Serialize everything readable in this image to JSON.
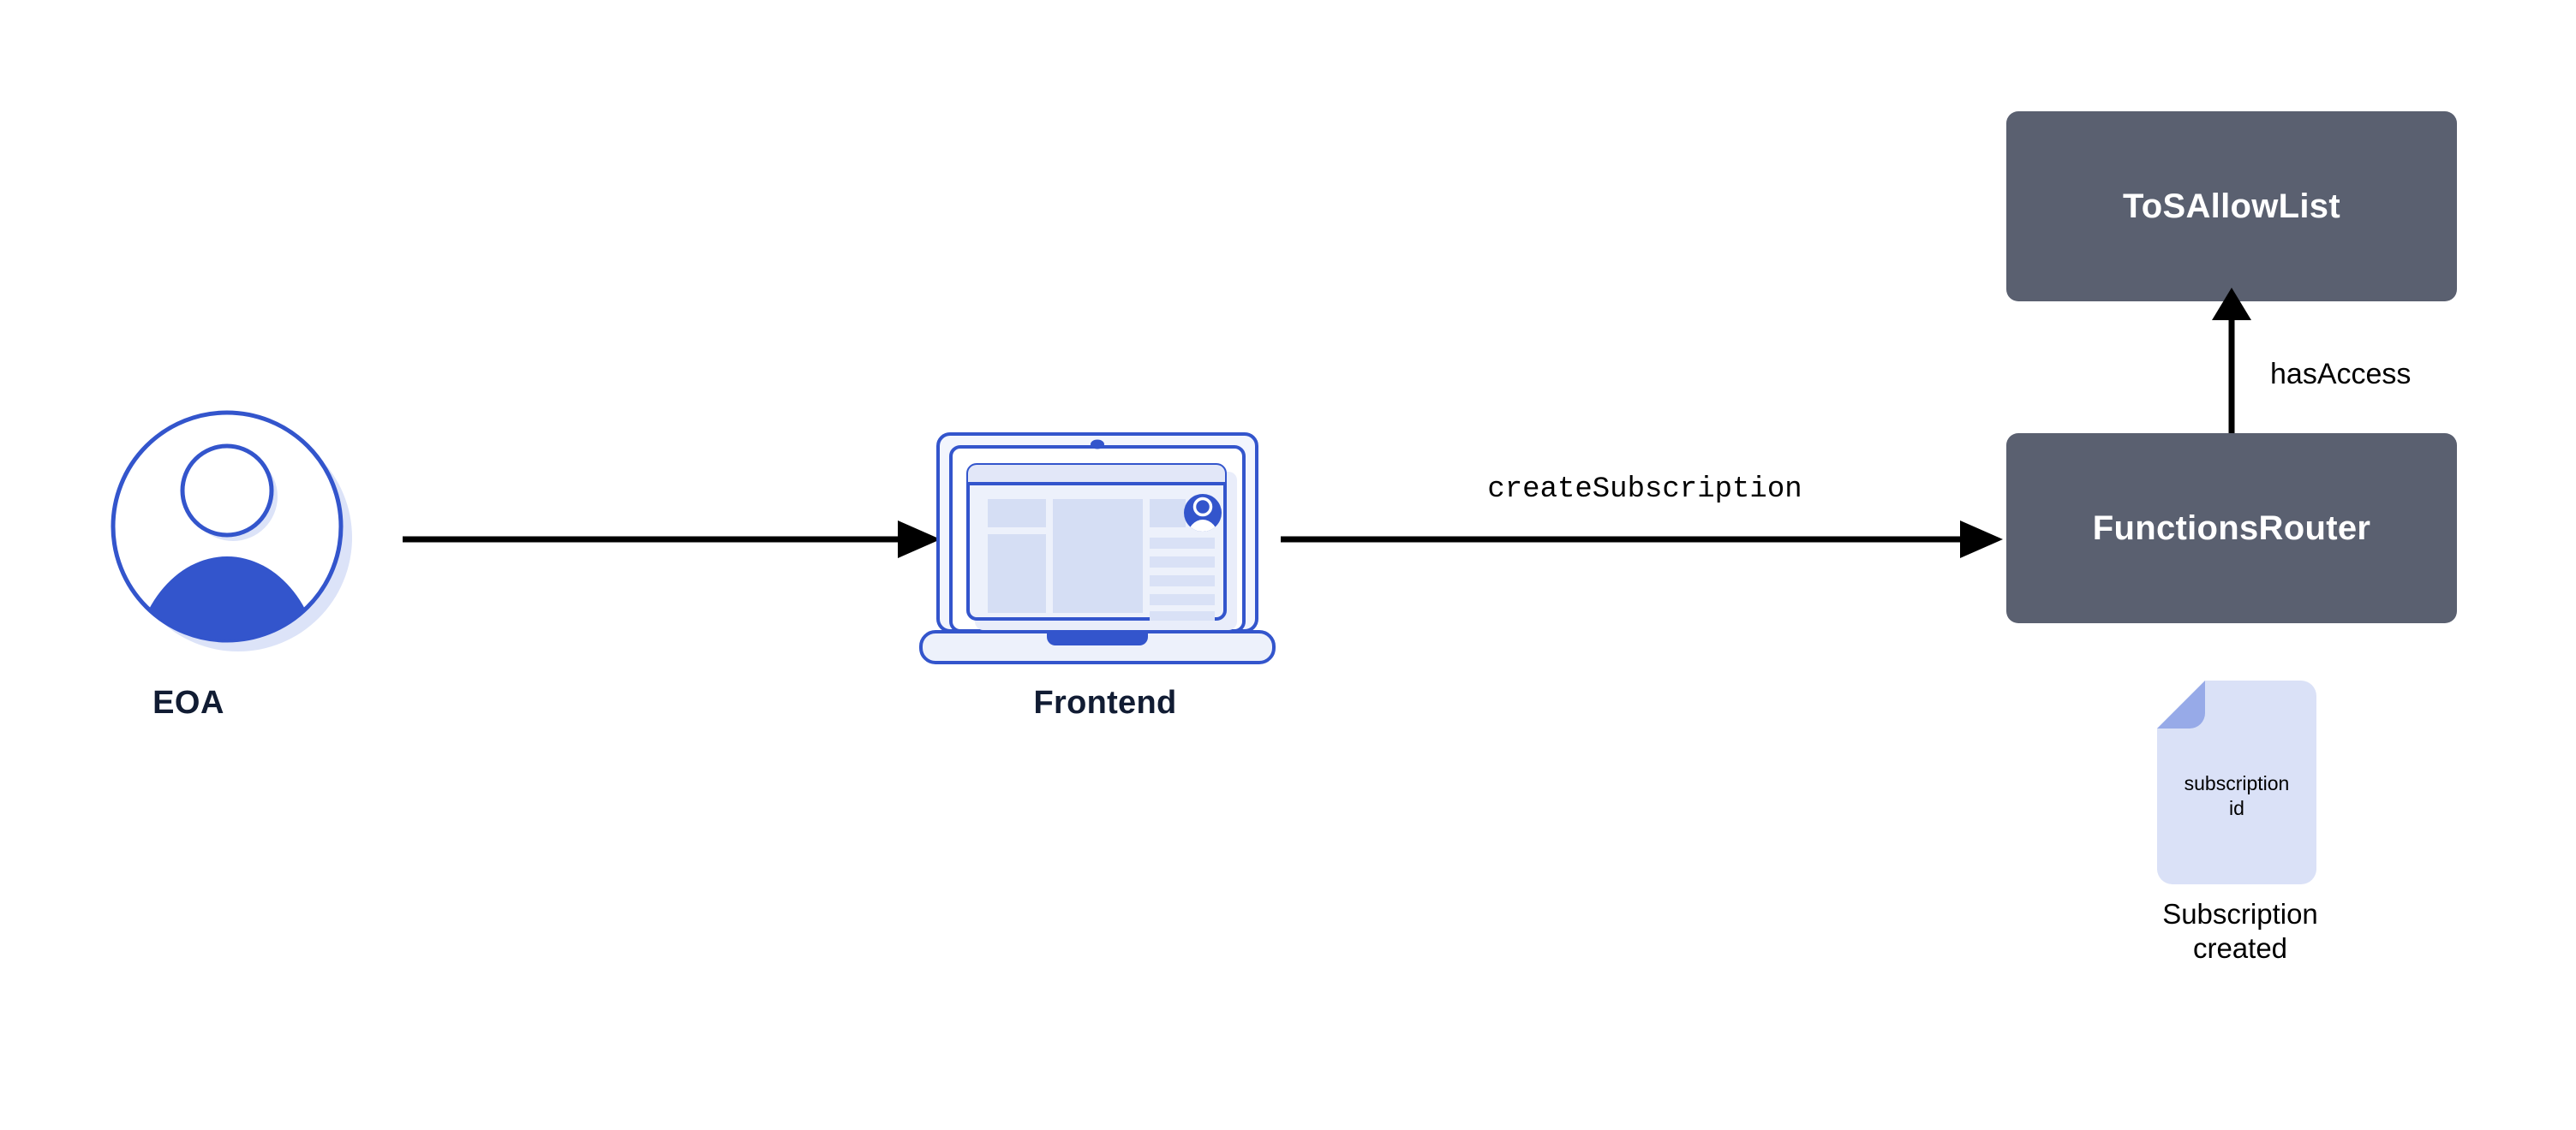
{
  "diagram": {
    "title": "Chainlink Functions subscription creation flow",
    "background": "#ffffff",
    "colors": {
      "slate_box": "#5A6070",
      "box_text": "#ffffff",
      "brand_blue": "#3355CC",
      "pale_lavender": "#DAE1F7",
      "periwinkle": "#97AAE8",
      "navy_text": "#111C33",
      "arrow_black": "#000000"
    }
  },
  "nodes": {
    "eoa": {
      "label": "EOA",
      "icon": "user-avatar-icon"
    },
    "frontend": {
      "label": "Frontend",
      "icon": "laptop-icon"
    },
    "functions_router": {
      "label": "FunctionsRouter",
      "shape": "rounded-rect"
    },
    "tos_allow_list": {
      "label": "ToSAllowList",
      "shape": "rounded-rect"
    },
    "subscription_doc": {
      "icon": "document-icon",
      "doc_line_1": "subscription",
      "doc_line_2": "id",
      "caption_line_1": "Subscription",
      "caption_line_2": "created"
    }
  },
  "edges": {
    "eoa_to_frontend": {
      "label": "",
      "direction": "right"
    },
    "frontend_to_router": {
      "label": "createSubscription",
      "direction": "right"
    },
    "router_to_tos": {
      "label": "hasAccess",
      "direction": "up"
    }
  }
}
